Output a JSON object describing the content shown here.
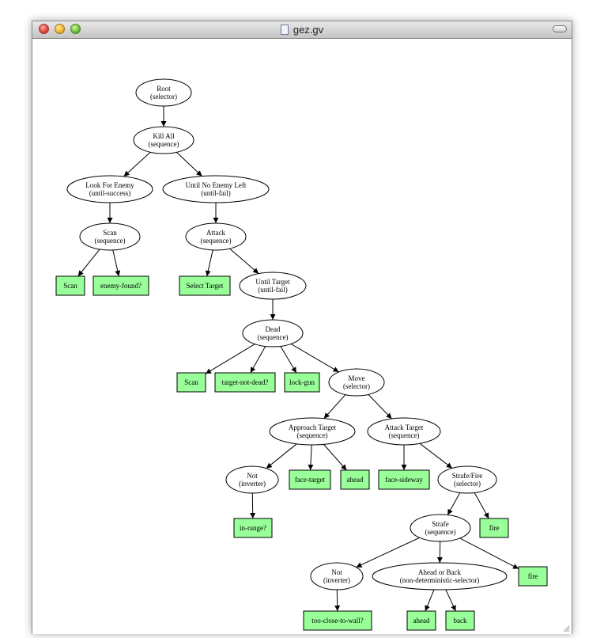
{
  "window": {
    "title": "gez.gv"
  },
  "graph": {
    "nodes": [
      {
        "id": "root",
        "shape": "ellipse",
        "lines": [
          "Root",
          "(selector)"
        ]
      },
      {
        "id": "killall",
        "shape": "ellipse",
        "lines": [
          "Kill All",
          "(sequence)"
        ]
      },
      {
        "id": "lookfor",
        "shape": "ellipse",
        "lines": [
          "Look For Enemy",
          "(until-success)"
        ]
      },
      {
        "id": "untilno",
        "shape": "ellipse",
        "lines": [
          "Until No Enemy Left",
          "(until-fail)"
        ]
      },
      {
        "id": "scanseq",
        "shape": "ellipse",
        "lines": [
          "Scan",
          "(sequence)"
        ]
      },
      {
        "id": "attack",
        "shape": "ellipse",
        "lines": [
          "Attack",
          "(sequence)"
        ]
      },
      {
        "id": "scan1",
        "shape": "box",
        "lines": [
          "Scan"
        ]
      },
      {
        "id": "enemyfound",
        "shape": "box",
        "lines": [
          "enemy-found?"
        ]
      },
      {
        "id": "selecttarget",
        "shape": "box",
        "lines": [
          "Select Target"
        ]
      },
      {
        "id": "untiltarget",
        "shape": "ellipse",
        "lines": [
          "Until Target",
          "(until-fail)"
        ]
      },
      {
        "id": "dead",
        "shape": "ellipse",
        "lines": [
          "Dead",
          "(sequence)"
        ]
      },
      {
        "id": "scan2",
        "shape": "box",
        "lines": [
          "Scan"
        ]
      },
      {
        "id": "targetnotdead",
        "shape": "box",
        "lines": [
          "target-not-dead?"
        ]
      },
      {
        "id": "lockgun",
        "shape": "box",
        "lines": [
          "lock-gun"
        ]
      },
      {
        "id": "move",
        "shape": "ellipse",
        "lines": [
          "Move",
          "(selector)"
        ]
      },
      {
        "id": "approach",
        "shape": "ellipse",
        "lines": [
          "Approach Target",
          "(sequence)"
        ]
      },
      {
        "id": "attacktarget",
        "shape": "ellipse",
        "lines": [
          "Attack Target",
          "(sequence)"
        ]
      },
      {
        "id": "not1",
        "shape": "ellipse",
        "lines": [
          "Not",
          "(inverter)"
        ]
      },
      {
        "id": "facetarget",
        "shape": "box",
        "lines": [
          "face-target"
        ]
      },
      {
        "id": "ahead1",
        "shape": "box",
        "lines": [
          "ahead"
        ]
      },
      {
        "id": "facesideway",
        "shape": "box",
        "lines": [
          "face-sideway"
        ]
      },
      {
        "id": "strafefire",
        "shape": "ellipse",
        "lines": [
          "Strafe/Fire",
          "(selector)"
        ]
      },
      {
        "id": "inrange",
        "shape": "box",
        "lines": [
          "in-range?"
        ]
      },
      {
        "id": "strafe",
        "shape": "ellipse",
        "lines": [
          "Strafe",
          "(sequence)"
        ]
      },
      {
        "id": "fire1",
        "shape": "box",
        "lines": [
          "fire"
        ]
      },
      {
        "id": "not2",
        "shape": "ellipse",
        "lines": [
          "Not",
          "(inverter)"
        ]
      },
      {
        "id": "aheadorback",
        "shape": "ellipse",
        "lines": [
          "Ahead or Back",
          "(non-deterministic-selector)"
        ]
      },
      {
        "id": "fire2",
        "shape": "box",
        "lines": [
          "fire"
        ]
      },
      {
        "id": "tooclose",
        "shape": "box",
        "lines": [
          "too-close-to-wall?"
        ]
      },
      {
        "id": "ahead2",
        "shape": "box",
        "lines": [
          "ahead"
        ]
      },
      {
        "id": "back",
        "shape": "box",
        "lines": [
          "back"
        ]
      }
    ],
    "edges": [
      [
        "root",
        "killall"
      ],
      [
        "killall",
        "lookfor"
      ],
      [
        "killall",
        "untilno"
      ],
      [
        "lookfor",
        "scanseq"
      ],
      [
        "untilno",
        "attack"
      ],
      [
        "scanseq",
        "scan1"
      ],
      [
        "scanseq",
        "enemyfound"
      ],
      [
        "attack",
        "selecttarget"
      ],
      [
        "attack",
        "untiltarget"
      ],
      [
        "untiltarget",
        "dead"
      ],
      [
        "dead",
        "scan2"
      ],
      [
        "dead",
        "targetnotdead"
      ],
      [
        "dead",
        "lockgun"
      ],
      [
        "dead",
        "move"
      ],
      [
        "move",
        "approach"
      ],
      [
        "move",
        "attacktarget"
      ],
      [
        "approach",
        "not1"
      ],
      [
        "approach",
        "facetarget"
      ],
      [
        "approach",
        "ahead1"
      ],
      [
        "attacktarget",
        "facesideway"
      ],
      [
        "attacktarget",
        "strafefire"
      ],
      [
        "not1",
        "inrange"
      ],
      [
        "strafefire",
        "strafe"
      ],
      [
        "strafefire",
        "fire1"
      ],
      [
        "strafe",
        "not2"
      ],
      [
        "strafe",
        "aheadorback"
      ],
      [
        "strafe",
        "fire2"
      ],
      [
        "not2",
        "tooclose"
      ],
      [
        "aheadorback",
        "ahead2"
      ],
      [
        "aheadorback",
        "back"
      ]
    ],
    "colors": {
      "box_fill": "#99ff99",
      "stroke": "#000000",
      "ellipse_fill": "#ffffff"
    }
  }
}
